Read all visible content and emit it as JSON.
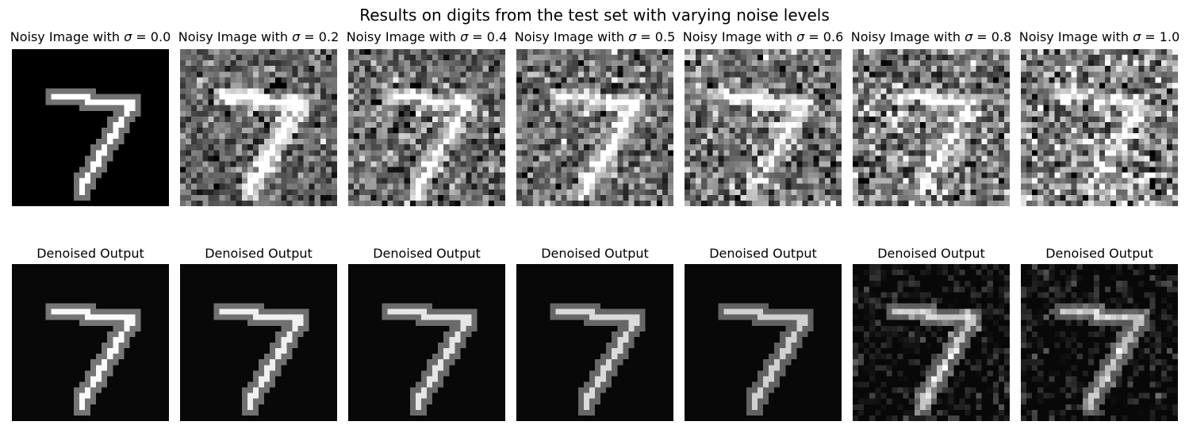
{
  "figure": {
    "title": "Results on digits from the test set with varying noise levels"
  },
  "noisy_panels": [
    {
      "label": "Noisy Image with",
      "sigma_symbol": "σ",
      "sigma": "0.0",
      "icon": "digit-7-noisy-image"
    },
    {
      "label": "Noisy Image with",
      "sigma_symbol": "σ",
      "sigma": "0.2",
      "icon": "digit-7-noisy-image"
    },
    {
      "label": "Noisy Image with",
      "sigma_symbol": "σ",
      "sigma": "0.4",
      "icon": "digit-7-noisy-image"
    },
    {
      "label": "Noisy Image with",
      "sigma_symbol": "σ",
      "sigma": "0.5",
      "icon": "digit-7-noisy-image"
    },
    {
      "label": "Noisy Image with",
      "sigma_symbol": "σ",
      "sigma": "0.6",
      "icon": "digit-7-noisy-image"
    },
    {
      "label": "Noisy Image with",
      "sigma_symbol": "σ",
      "sigma": "0.8",
      "icon": "digit-7-noisy-image"
    },
    {
      "label": "Noisy Image with",
      "sigma_symbol": "σ",
      "sigma": "1.0",
      "icon": "digit-7-noisy-image"
    }
  ],
  "denoised_panels": [
    {
      "label": "Denoised Output",
      "icon": "digit-7-denoised-image"
    },
    {
      "label": "Denoised Output",
      "icon": "digit-7-denoised-image"
    },
    {
      "label": "Denoised Output",
      "icon": "digit-7-denoised-image"
    },
    {
      "label": "Denoised Output",
      "icon": "digit-7-denoised-image"
    },
    {
      "label": "Denoised Output",
      "icon": "digit-7-denoised-image"
    },
    {
      "label": "Denoised Output",
      "icon": "digit-7-denoised-image"
    },
    {
      "label": "Denoised Output",
      "icon": "digit-7-denoised-image"
    }
  ]
}
